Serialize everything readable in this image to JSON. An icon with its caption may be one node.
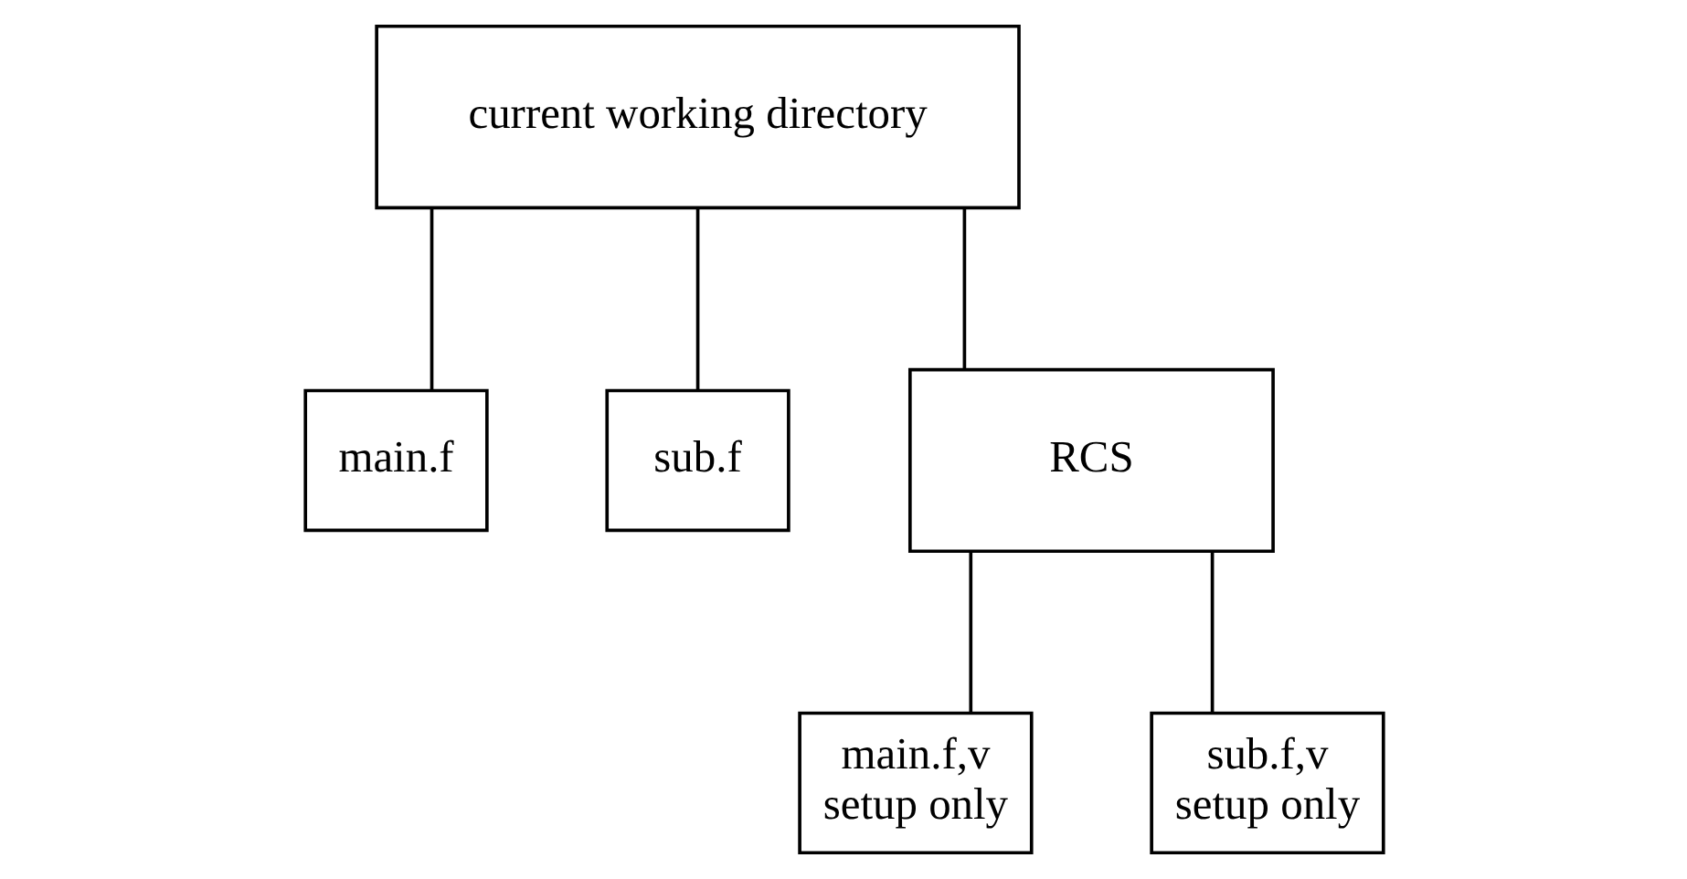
{
  "diagram": {
    "nodes": [
      {
        "text": [
          "current working directory"
        ]
      },
      {
        "text": [
          "main.f"
        ]
      },
      {
        "text": [
          "sub.f"
        ]
      },
      {
        "text": [
          "RCS"
        ]
      },
      {
        "text": [
          "main.f,v",
          "setup only"
        ]
      },
      {
        "text": [
          "sub.f,v",
          "setup only"
        ]
      }
    ],
    "edges": [
      {
        "from": 0,
        "to": 1,
        "arrow": "none"
      },
      {
        "from": 0,
        "to": 2,
        "arrow": "none"
      },
      {
        "from": 0,
        "to": 3,
        "arrow": "none"
      },
      {
        "from": 3,
        "to": 4,
        "arrow": "none"
      },
      {
        "from": 3,
        "to": 5,
        "arrow": "none"
      }
    ]
  }
}
